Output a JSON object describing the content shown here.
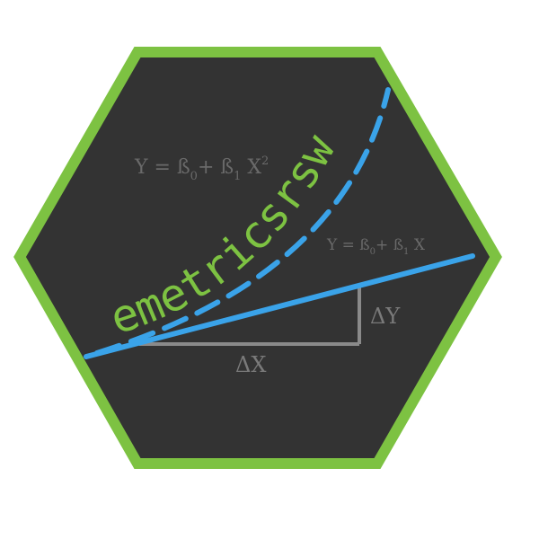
{
  "logo": {
    "brand_text": "emetricsrsw",
    "formula_quadratic": {
      "y": "Y",
      "eq": " = ",
      "b0": "ß",
      "b0_sub": "0",
      "plus": "+ ",
      "b1": "ß",
      "b1_sub": "1",
      "x": " X",
      "x_sup": "2"
    },
    "formula_linear": {
      "y": "Y",
      "eq": " = ",
      "b0": "ß",
      "b0_sub": "0",
      "plus": "+ ",
      "b1": "ß",
      "b1_sub": "1",
      "x": " X"
    },
    "delta_x_label": "ΔX",
    "delta_y_label": "ΔY"
  },
  "colors": {
    "hex_border": "#7dc242",
    "hex_fill": "#333333",
    "line_blue": "#3aa3e9",
    "brand_green": "#7dc242",
    "guide_gray": "#8a8a8a",
    "formula_gray": "#6a6a6a"
  }
}
